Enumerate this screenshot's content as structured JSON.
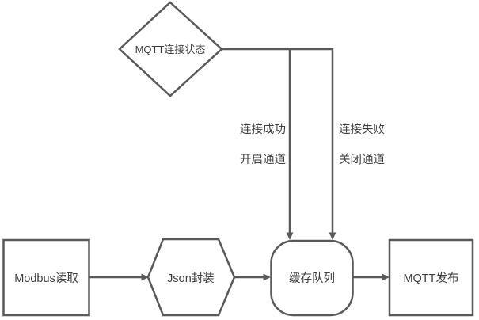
{
  "diagram": {
    "title": "MQTT data flow diagram",
    "nodes": {
      "decision": {
        "label": "MQTT连接状态",
        "shape": "diamond"
      },
      "modbus": {
        "label": "Modbus读取",
        "shape": "rectangle"
      },
      "json": {
        "label": "Json封装",
        "shape": "hexagon"
      },
      "queue": {
        "label": "缓存队列",
        "shape": "rounded-rectangle"
      },
      "publish": {
        "label": "MQTT发布",
        "shape": "rectangle"
      }
    },
    "edges": {
      "success": {
        "from": "decision",
        "to": "queue",
        "label_line1": "连接成功",
        "label_line2": "开启通道"
      },
      "failure": {
        "from": "decision",
        "to": "queue",
        "label_line1": "连接失败",
        "label_line2": "关闭通道"
      },
      "modbus_to_json": {
        "from": "modbus",
        "to": "json"
      },
      "json_to_queue": {
        "from": "json",
        "to": "queue"
      },
      "queue_to_publish": {
        "from": "queue",
        "to": "publish"
      }
    },
    "colors": {
      "stroke": "#595959",
      "text": "#3d3d3d",
      "shape_fill": "#ffffff",
      "background": "#ffffff"
    }
  }
}
